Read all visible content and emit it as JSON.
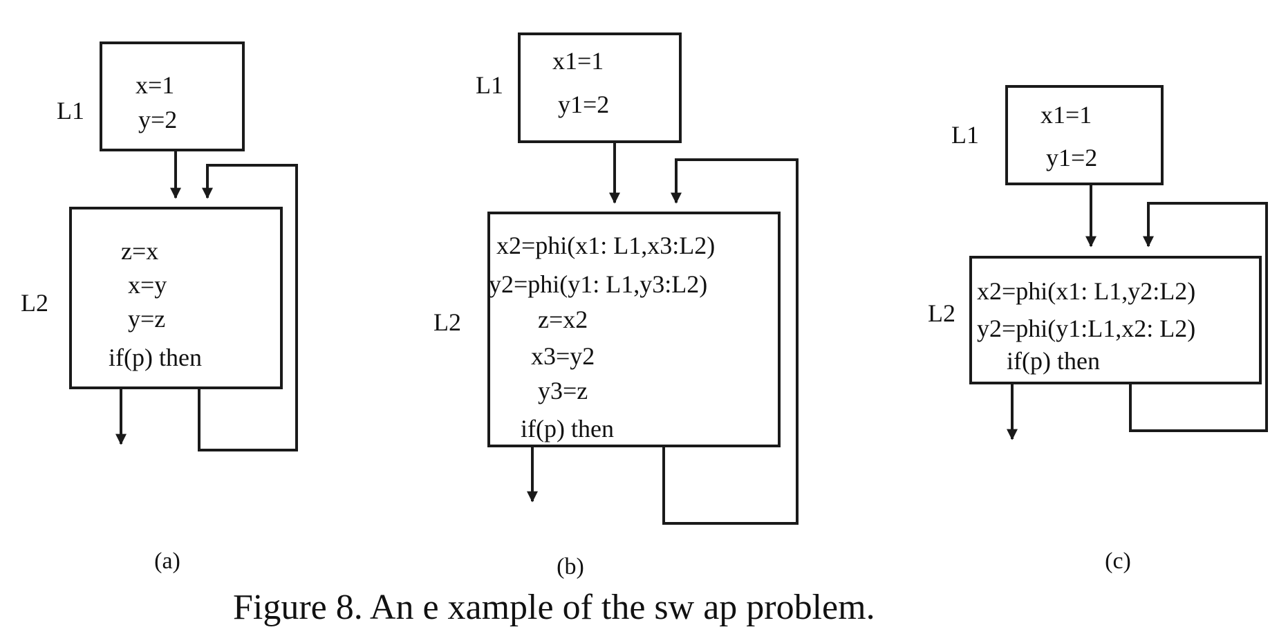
{
  "panels": {
    "a": {
      "label": "(a)",
      "l1": {
        "name": "L1",
        "lines": [
          "x=1",
          "y=2"
        ]
      },
      "l2": {
        "name": "L2",
        "lines": [
          "z=x",
          "x=y",
          "y=z",
          "if(p) then"
        ]
      }
    },
    "b": {
      "label": "(b)",
      "l1": {
        "name": "L1",
        "lines": [
          "x1=1",
          "y1=2"
        ]
      },
      "l2": {
        "name": "L2",
        "lines": [
          "x2=phi(x1: L1,x3:L2)",
          "y2=phi(y1: L1,y3:L2)",
          "z=x2",
          "x3=y2",
          "y3=z",
          "if(p) then"
        ]
      }
    },
    "c": {
      "label": "(c)",
      "l1": {
        "name": "L1",
        "lines": [
          "x1=1",
          "y1=2"
        ]
      },
      "l2": {
        "name": "L2",
        "lines": [
          "x2=phi(x1: L1,y2:L2)",
          "y2=phi(y1:L1,x2: L2)",
          "if(p) then"
        ]
      }
    }
  },
  "caption": "Figure 8. An e xample of the sw ap problem."
}
